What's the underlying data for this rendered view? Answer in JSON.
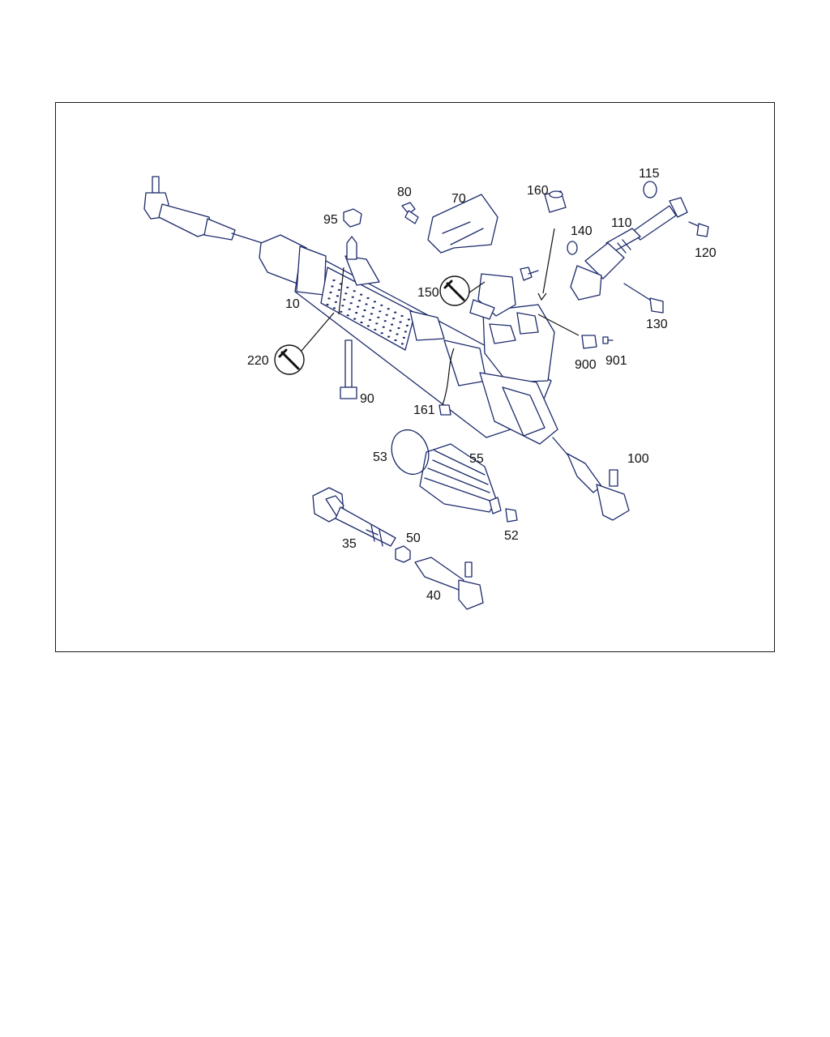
{
  "colors": {
    "line": "#1c2a6b",
    "frame": "#1a1a1a",
    "background": "#ffffff"
  },
  "parts": {
    "p10": "10",
    "p35": "35",
    "p40": "40",
    "p50": "50",
    "p52": "52",
    "p53": "53",
    "p55": "55",
    "p70": "70",
    "p80": "80",
    "p90": "90",
    "p95": "95",
    "p100": "100",
    "p110": "110",
    "p115": "115",
    "p120": "120",
    "p130": "130",
    "p140": "140",
    "p150": "150",
    "p160": "160",
    "p161": "161",
    "p220": "220",
    "p900": "900",
    "p901": "901"
  },
  "icons": {
    "torque": "wrench-icon"
  }
}
